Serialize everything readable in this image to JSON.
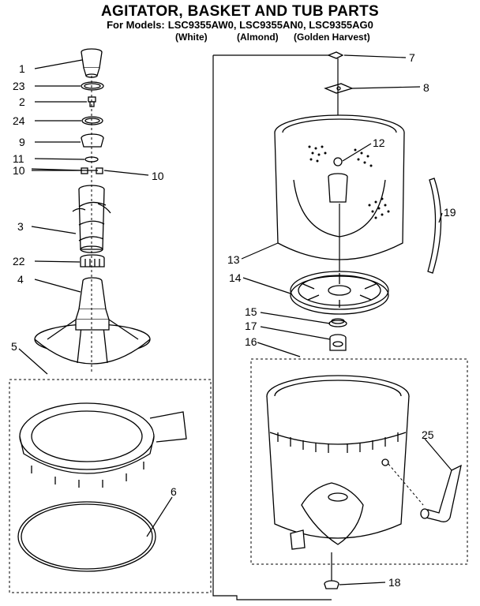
{
  "title": "AGITATOR, BASKET AND TUB PARTS",
  "models_label": "For Models:",
  "models": "LSC9355AW0, LSC9355AN0, LSC9355AG0",
  "colors": [
    "(White)",
    "(Almond)",
    "(Golden Harvest)"
  ],
  "callouts": [
    "1",
    "23",
    "2",
    "24",
    "9",
    "11",
    "10",
    "10",
    "3",
    "22",
    "4",
    "5",
    "6",
    "7",
    "8",
    "12",
    "19",
    "13",
    "14",
    "15",
    "17",
    "16",
    "25",
    "18"
  ]
}
